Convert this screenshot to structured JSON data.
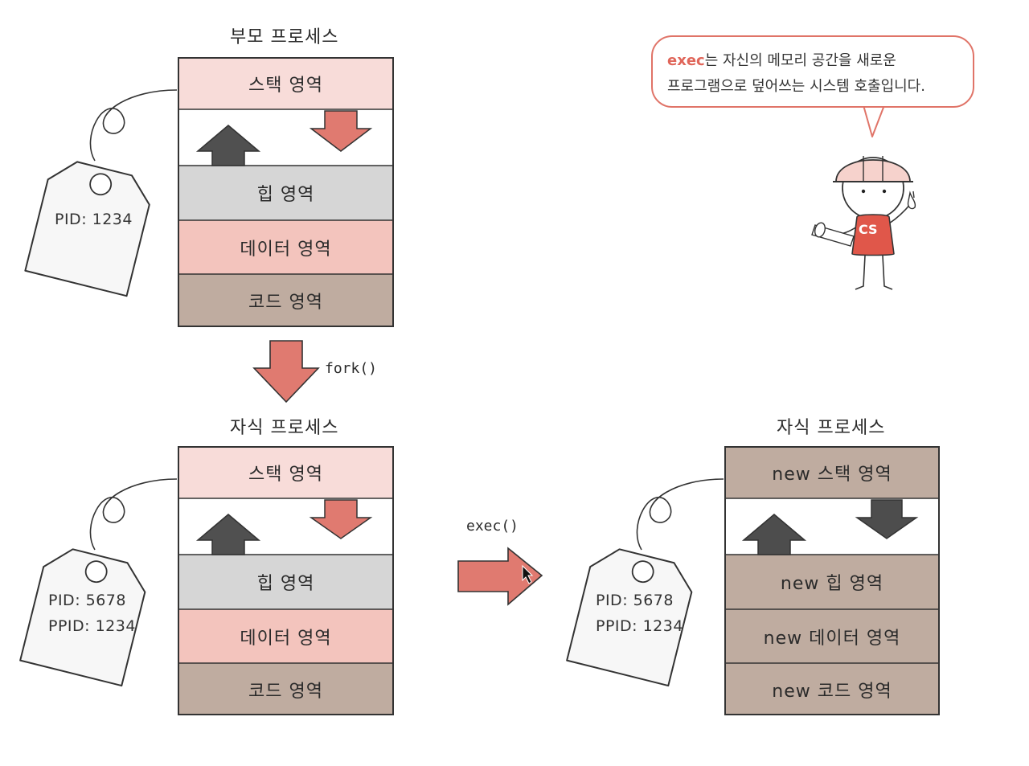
{
  "parent": {
    "title": "부모 프로세스",
    "segments": [
      "스택 영역",
      "힙 영역",
      "데이터 영역",
      "코드 영역"
    ],
    "tag": [
      "PID: 1234"
    ]
  },
  "fork_label": "fork()",
  "child": {
    "title": "자식 프로세스",
    "segments": [
      "스택 영역",
      "힙 영역",
      "데이터 영역",
      "코드 영역"
    ],
    "tag": [
      "PID: 5678",
      "PPID: 1234"
    ]
  },
  "exec_label": "exec()",
  "child_after_exec": {
    "title": "자식 프로세스",
    "segments": [
      "new 스택 영역",
      "new 힙 영역",
      "new 데이터 영역",
      "new 코드 영역"
    ],
    "tag": [
      "PID: 5678",
      "PPID: 1234"
    ]
  },
  "speech": {
    "keyword": "exec",
    "line1_rest": "는 자신의 메모리 공간을 새로운",
    "line2": "프로그램으로 덮어쓰는 시스템 호출입니다."
  },
  "mascot_badge": "CS",
  "colors": {
    "stack": "#f8dcd9",
    "heap": "#d6d6d6",
    "data": "#f3c4bd",
    "code": "#bfaca0",
    "new_segment": "#bfaca0",
    "red_arrow": "#e07a70",
    "dark_arrow": "#4d4d4d",
    "accent": "#e0665a"
  }
}
